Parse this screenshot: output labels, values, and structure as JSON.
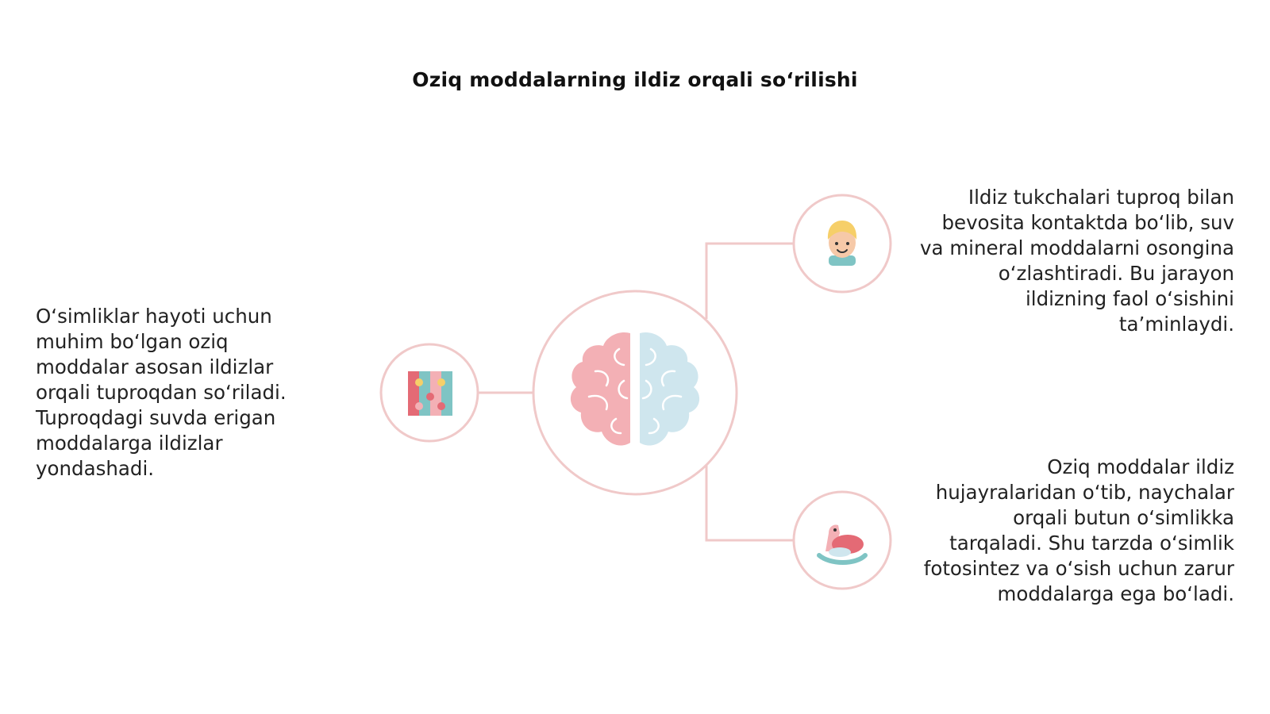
{
  "title": "Oziq moddalarning ildiz orqali so‘rilishi",
  "left": {
    "text": "O‘simliklar hayoti uchun muhim bo‘lgan oziq moddalar asosan ildizlar orqali tuproqdan so‘riladi. Tuproqdagi suvda erigan moddalarga ildizlar yondashadi."
  },
  "right_top": {
    "text": "Ildiz tukchalari tuproq bilan bevosita kontaktda bo‘lib, suv va mineral moddalarni osongina o‘zlashtiradi. Bu jarayon ildizning faol o‘sishini ta’minlaydi."
  },
  "right_bottom": {
    "text": "Oziq moddalar ildiz hujayralaridan o‘tib, naychalar orqali butun o‘simlikka tarqaladi. Shu tarzda o‘simlik fotosintez va o‘sish uchun zarur moddalarga ega bo‘ladi."
  },
  "icons": {
    "center": "brain-icon",
    "left": "puzzle-icon",
    "right_top": "child-face-icon",
    "right_bottom": "rocking-horse-icon"
  },
  "colors": {
    "line": "#f0c9c9",
    "pink": "#f3b0b5",
    "blue": "#cfe6ee",
    "teal": "#7fc4c4",
    "red": "#e46a75",
    "yellow": "#f6cf69"
  }
}
